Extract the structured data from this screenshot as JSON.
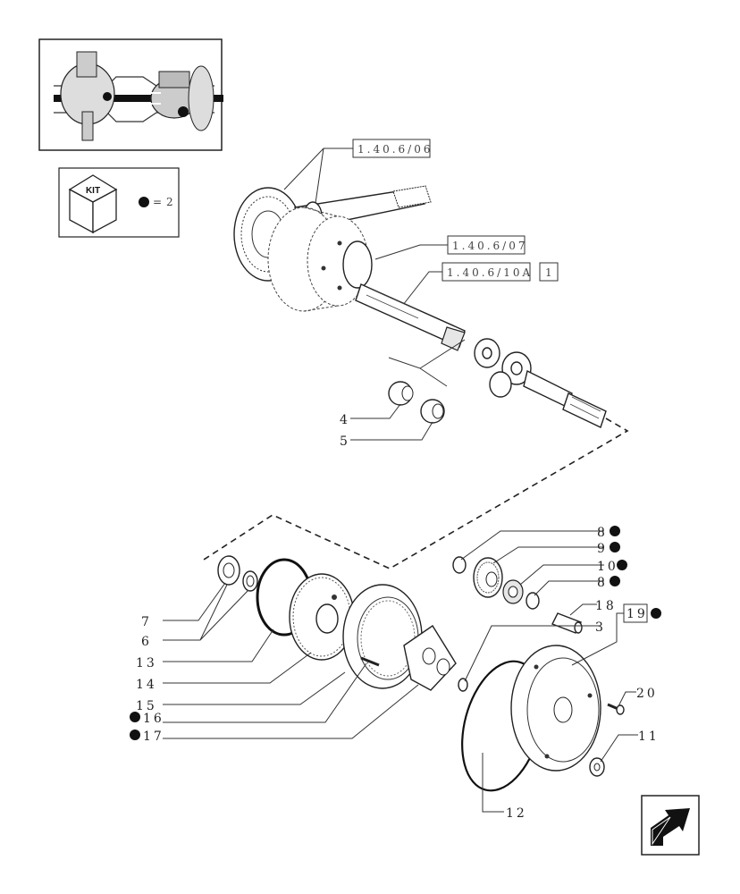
{
  "kit": {
    "label": "KIT",
    "equals": "=",
    "count": "2"
  },
  "references": [
    "1.40.6/06",
    "1.40.6/07",
    "1.40.6/10A",
    "1"
  ],
  "callouts": {
    "c4": "4",
    "c5": "5",
    "c7": "7",
    "c6": "6",
    "c13": "13",
    "c14": "14",
    "c15": "15",
    "c16": "16",
    "c17": "17",
    "c8a": "8",
    "c9": "9",
    "c10": "10",
    "c8b": "8",
    "c18": "18",
    "c19": "19",
    "c3": "3",
    "c20": "20",
    "c11": "11",
    "c12": "12"
  }
}
